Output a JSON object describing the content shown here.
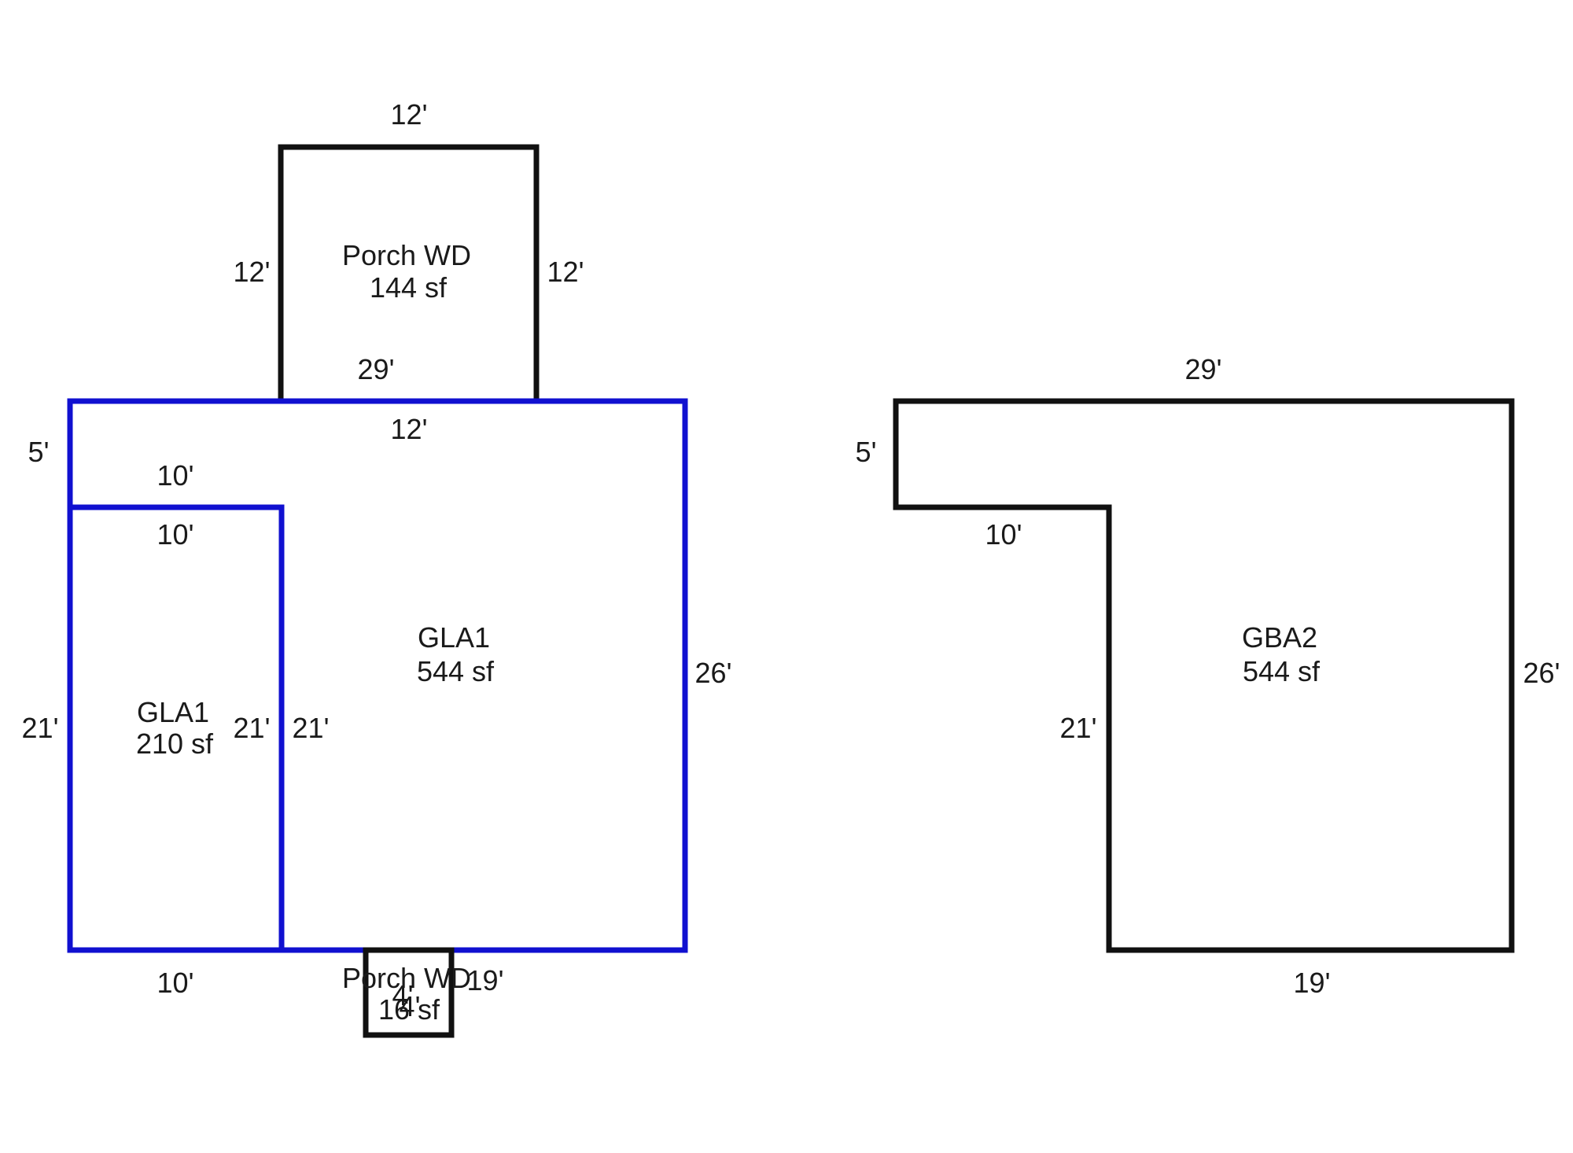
{
  "colors": {
    "gla_outline": "#1010d0",
    "black_outline": "#111111",
    "text": "#1a1a1a",
    "background": "#ffffff"
  },
  "areas": {
    "porch_top": {
      "name": "Porch WD",
      "area": "144 sf"
    },
    "gla1_main": {
      "name": "GLA1",
      "area": "544 sf"
    },
    "gla1_left": {
      "name": "GLA1",
      "area": "210 sf"
    },
    "porch_bottom": {
      "name": "Porch WD",
      "area": "16 sf"
    },
    "gba2": {
      "name": "GBA2",
      "area": "544 sf"
    }
  },
  "dimensions": {
    "porch_top_width": "12'",
    "porch_left": "12'",
    "porch_right": "12'",
    "gla_top_overall": "29'",
    "gla_top_inner": "12'",
    "gla_left_step": "5'",
    "gla_step_top": "10'",
    "gla_step_inner": "10'",
    "gla_right": "26'",
    "gla_left_outer": "21'",
    "gla_left_inner": "21'",
    "gla_main_inner": "21'",
    "gla_bottom_left": "10'",
    "gla_bottom_right": "19'",
    "small_porch_side": "4'",
    "small_porch_top": "4'",
    "gba_top": "29'",
    "gba_left_step": "5'",
    "gba_step": "10'",
    "gba_right": "26'",
    "gba_inner": "21'",
    "gba_bottom": "19'"
  }
}
